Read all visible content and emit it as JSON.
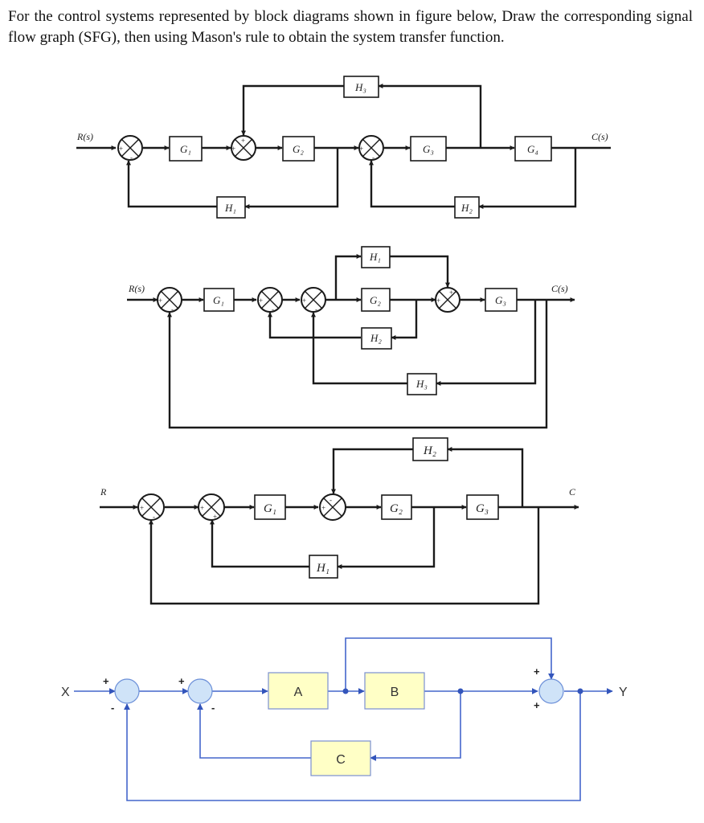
{
  "question": "For the control systems represented by block diagrams shown in figure below, Draw the corresponding signal flow graph (SFG), then using Mason's rule to obtain the system transfer function.",
  "diagram1": {
    "input": "R(s)",
    "output": "C(s)",
    "blocks": {
      "g1": "G₁",
      "g2": "G₂",
      "g3": "G₃",
      "g4": "G₄",
      "h1": "H₁",
      "h2": "H₂",
      "h3": "H₃"
    }
  },
  "diagram2": {
    "input": "R(s)",
    "output": "C(s)",
    "blocks": {
      "g1": "G₁",
      "h1": "H₁",
      "g2": "G₂",
      "h2": "H₂",
      "h3": "H₃",
      "g3": "G₃"
    }
  },
  "diagram3": {
    "input": "R",
    "output": "C",
    "blocks": {
      "h2": "H₂",
      "g1": "G₁",
      "g2": "G₂",
      "g3": "G₃",
      "h1": "H₁"
    }
  },
  "diagram4": {
    "input": "X",
    "output": "Y",
    "blocks": {
      "a": "A",
      "b": "B",
      "c": "C"
    }
  },
  "signs": {
    "plus": "+",
    "minus": "-"
  }
}
